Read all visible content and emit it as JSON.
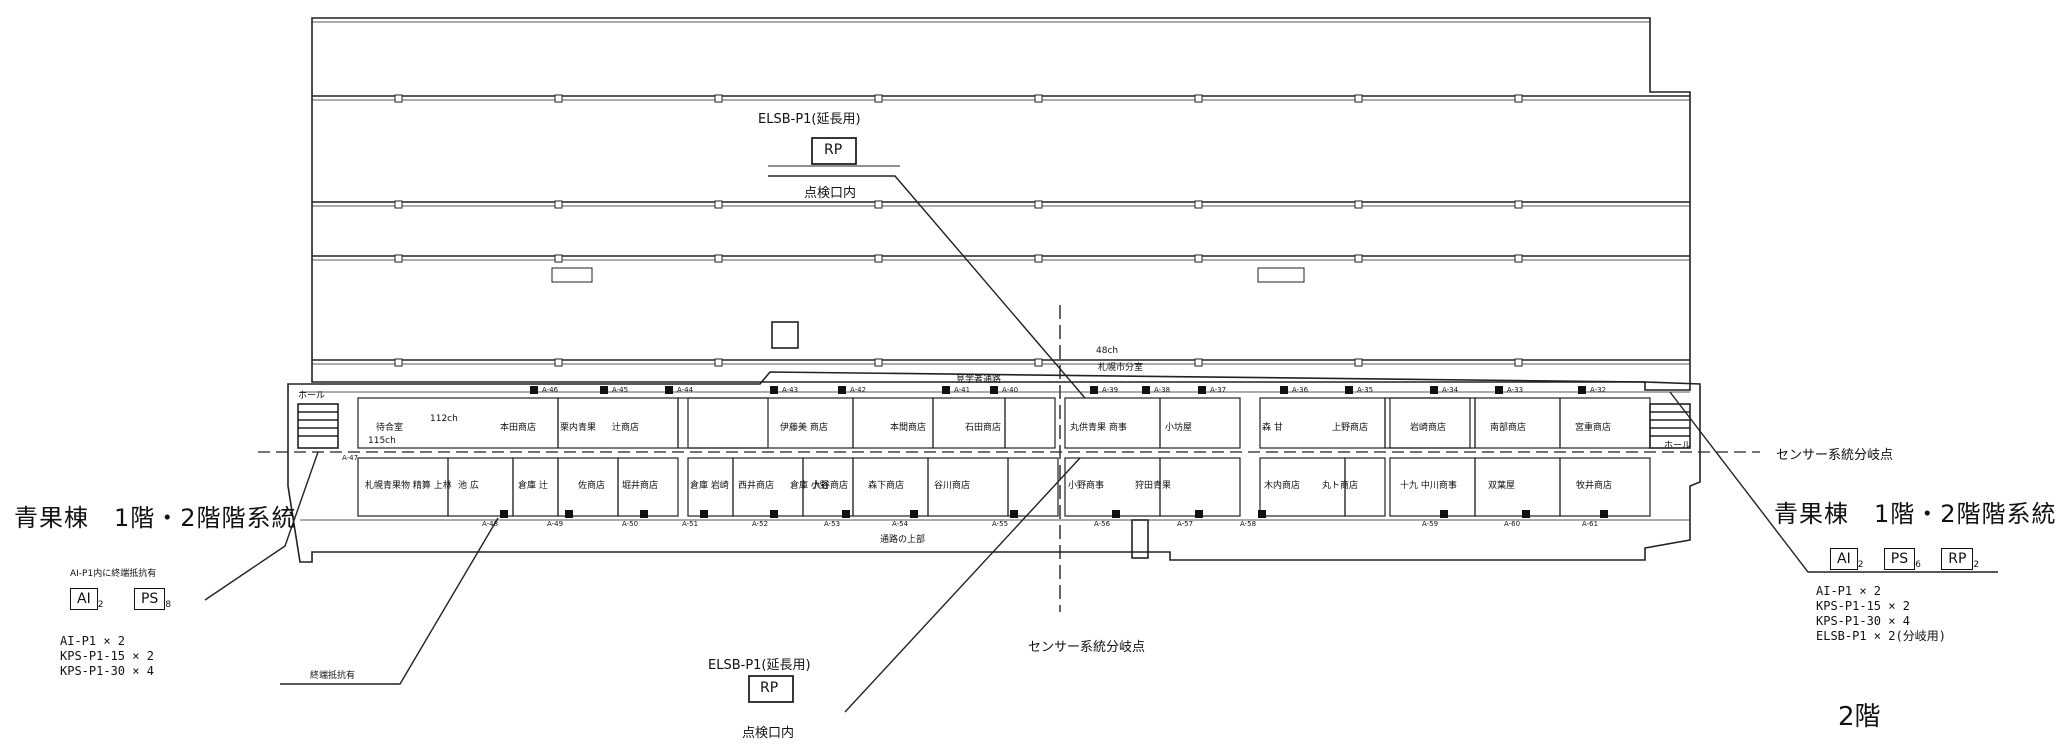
{
  "labels": {
    "elsb_top": "ELSB-P1(延長用)",
    "rp_top": "RP",
    "inspect_top": "点検口内",
    "elsb_bottom": "ELSB-P1(延長用)",
    "rp_bottom": "RP",
    "inspect_bottom": "点検口内",
    "sensor_bottom": "センサー系統分岐点",
    "sensor_right": "センサー系統分岐点",
    "title_left": "青果棟　1階・2階階系統",
    "title_right": "青果棟　1階・2階階系統",
    "left_note": "AI-P1内に終端抵抗有",
    "terminal_note": "終端抵抗有",
    "floor": "2階",
    "visitor_path": "見学者通路",
    "passage_upper": "通路の上部",
    "sapporo_branch": "札幌市分室",
    "hall": "ホール",
    "hall_right": "ホール",
    "ch48": "48ch",
    "ch112": "112ch",
    "ch115": "115ch"
  },
  "left_boxes": [
    {
      "label": "AI",
      "sub": "2"
    },
    {
      "label": "PS",
      "sub": "8"
    }
  ],
  "left_list": [
    "AI-P1 × 2",
    "KPS-P1-15 × 2",
    "KPS-P1-30 × 4"
  ],
  "right_boxes": [
    {
      "label": "AI",
      "sub": "2"
    },
    {
      "label": "PS",
      "sub": "6"
    },
    {
      "label": "RP",
      "sub": "2"
    }
  ],
  "right_list": [
    "AI-P1 × 2",
    "KPS-P1-15 × 2",
    "KPS-P1-30 × 4",
    "ELSB-P1 × 2(分岐用)"
  ],
  "rooms_top": [
    "待合室",
    "本田商店",
    "栗内青果",
    "辻商店",
    "伊藤美 商店",
    "本間商店",
    "石田商店",
    "丸供青果 商事",
    "小坊屋",
    "森 甘",
    "上野商店",
    "岩崎商店",
    "南部商店",
    "宮重商店"
  ],
  "rooms_bottom": [
    "札幌青果物 精算 上林",
    "池 広",
    "倉庫 辻",
    "佐商店",
    "堀井商店",
    "倉庫 岩崎",
    "西井商店",
    "倉庫 小野",
    "大谷商店",
    "森下商店",
    "谷川商店",
    "小野商事",
    "狩田青果",
    "木内商店",
    "丸ト商店",
    "十九 中川商事",
    "双葉屋",
    "牧井商店"
  ],
  "sensors_top": [
    "A-46",
    "A-45",
    "A-44",
    "A-43",
    "A-42",
    "A-41",
    "A-40",
    "A-39",
    "A-38",
    "A-37",
    "A-36",
    "A-35",
    "A-34",
    "A-33",
    "A-32"
  ],
  "sensors_bottom": [
    "A-48",
    "A-49",
    "A-50",
    "A-51",
    "A-52",
    "A-53",
    "A-54",
    "A-55",
    "A-56",
    "A-57",
    "A-58",
    "A-59",
    "A-60",
    "A-61"
  ],
  "sensor_left": "A-47"
}
